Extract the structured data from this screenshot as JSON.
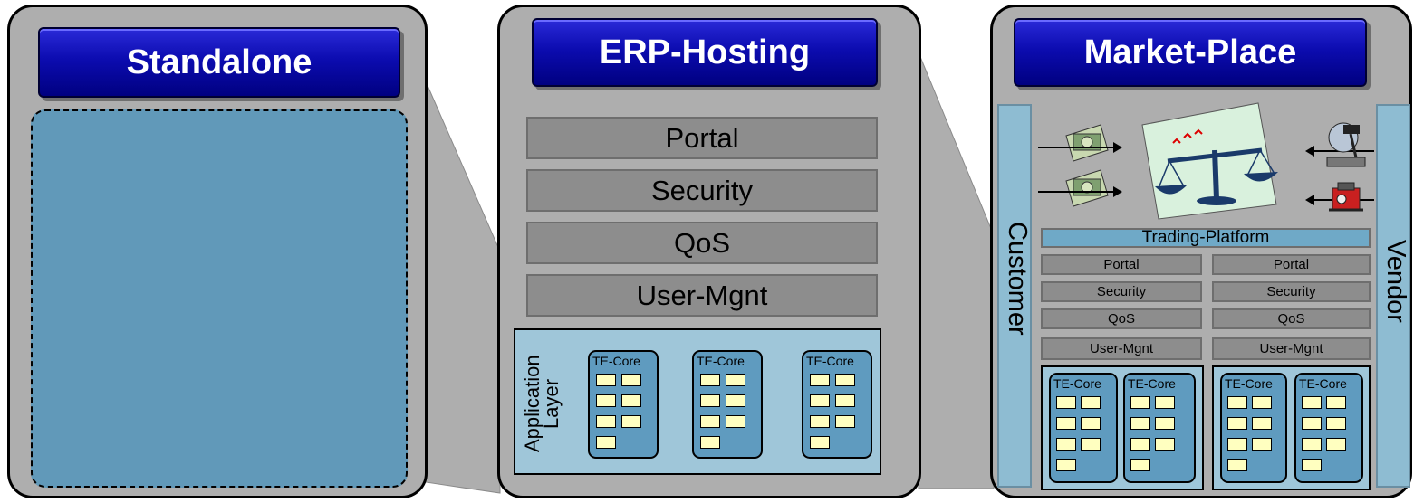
{
  "panels": {
    "standalone": {
      "title": "Standalone"
    },
    "erp_hosting": {
      "title": "ERP-Hosting",
      "layers": [
        "Portal",
        "Security",
        "QoS",
        "User-Mgnt"
      ],
      "app_layer_label": "Application Layer",
      "core_label": "TE-Core"
    },
    "market_place": {
      "title": "Market-Place",
      "customer_label": "Customer",
      "vendor_label": "Vendor",
      "platform_label": "Trading-Platform",
      "layers": [
        "Portal",
        "Security",
        "QoS",
        "User-Mgnt"
      ],
      "core_label": "TE-Core"
    }
  },
  "colors": {
    "panel": "#aeaeae",
    "title_blue": "#0c0cb0",
    "standalone_fill": "#6199b9",
    "application_area": "#9fc6d9",
    "te_core": "#5f9bbf",
    "module_box": "#ffffc0",
    "layer_gray": "#8d8d8d"
  },
  "icons": [
    "money-icon",
    "scales-icon",
    "miter-saw-icon",
    "generator-icon",
    "arrow-right-icon",
    "arrow-left-icon"
  ]
}
